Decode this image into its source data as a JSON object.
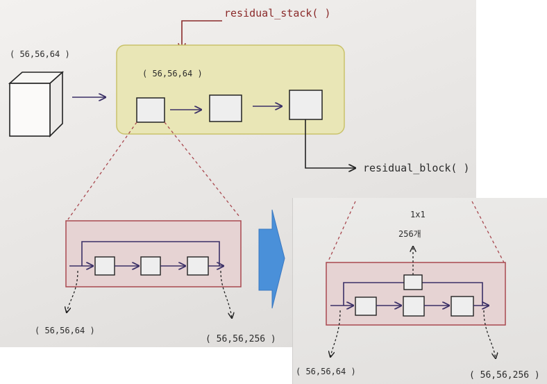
{
  "labels": {
    "input_shape_left": "( 56,56,64 )",
    "stack_title": "residual_stack( )",
    "stack_shape": "( 56,56,64 )",
    "block_title": "residual_block( )",
    "left_in_shape": "( 56,56,64 )",
    "left_out_shape": "( 56,56,256 )",
    "conv_kernel": "1x1",
    "conv_filters": "256개",
    "right_in_shape": "( 56,56,64 )",
    "right_out_shape": "( 56,56,256 )"
  },
  "colors": {
    "stack_fill": "#e9e6b6",
    "stack_border": "#c9c26a",
    "block_fill": "#e6d3d3",
    "block_border": "#a8484f",
    "big_arrow": "#4a90d9",
    "ink": "#3a2f66",
    "title_red": "#8a2a2a"
  }
}
